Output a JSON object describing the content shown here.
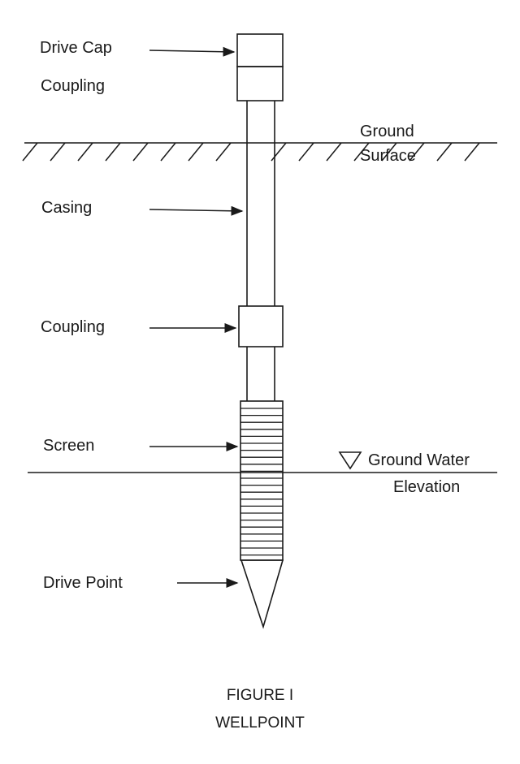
{
  "labels": {
    "drive_cap": "Drive Cap",
    "coupling_top": "Coupling",
    "ground_surface_1": "Ground",
    "ground_surface_2": "Surface",
    "casing": "Casing",
    "coupling_mid": "Coupling",
    "screen": "Screen",
    "ground_water_1": "Ground Water",
    "ground_water_2": "Elevation",
    "drive_point": "Drive Point"
  },
  "caption": {
    "line1": "FIGURE I",
    "line2": "WELLPOINT"
  }
}
